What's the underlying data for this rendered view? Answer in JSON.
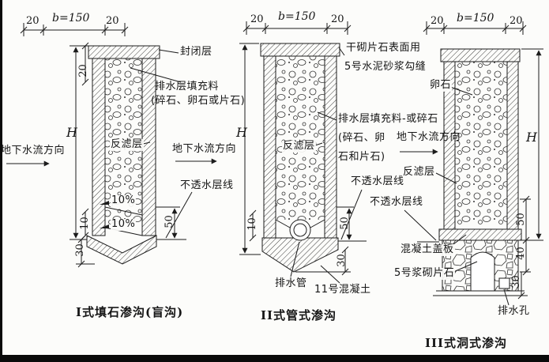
{
  "figure": {
    "paper": "#fcfcfa",
    "ink": "#1c1c1c",
    "scan_border": "#000000"
  },
  "diagram1": {
    "caption": "I式填石渗沟(盲沟)",
    "dim_top_left": "20",
    "dim_top_mid": "b=150",
    "dim_top_right": "20",
    "dim_height": "H",
    "dim_cap": "20",
    "dim_10": "10",
    "dim_30": "30",
    "dim_50": "50",
    "label_seal": "封闭层",
    "label_fill_1": "排水层填充料",
    "label_fill_2": "(碎石、卵石或片石)",
    "label_flow": "地下水流方向",
    "label_filter": "反滤层",
    "label_slope_upper": "10%",
    "label_slope_lower": "10%",
    "label_impermeable": "不透水层线"
  },
  "diagram2": {
    "caption": "II式管式渗沟",
    "dim_top_left": "20",
    "dim_top_mid": "b=150",
    "dim_top_right": "20",
    "dim_height": "H",
    "dim_10": "10",
    "dim_30": "30",
    "dim_50": "50",
    "label_cap_1": "干砌片石表面用",
    "label_cap_2": "5号水泥砂浆勾缝",
    "label_fill_1": "排水层填充料-或碎石",
    "label_fill_2": "(碎石、卵",
    "label_fill_3": "石和片石)",
    "label_flow": "地下水流方向",
    "label_filter": "反滤层",
    "label_impermeable": "不透水层线",
    "label_pipe": "排水管",
    "label_concrete": "11号混凝土"
  },
  "diagram3": {
    "caption": "III式洞式渗沟",
    "dim_top_left": "20",
    "dim_top_mid": "b=150",
    "dim_top_right": "20",
    "dim_height": "H",
    "dim_50": "50",
    "dim_40": "40",
    "dim_30": "30",
    "label_cobble": "卵石",
    "label_flow": "地下水流方向",
    "label_filter": "反滤层",
    "label_impermeable": "不透水层线",
    "label_slab": "混凝土盖板",
    "label_masonry": "5号浆砌片石",
    "label_hole": "排水孔"
  }
}
